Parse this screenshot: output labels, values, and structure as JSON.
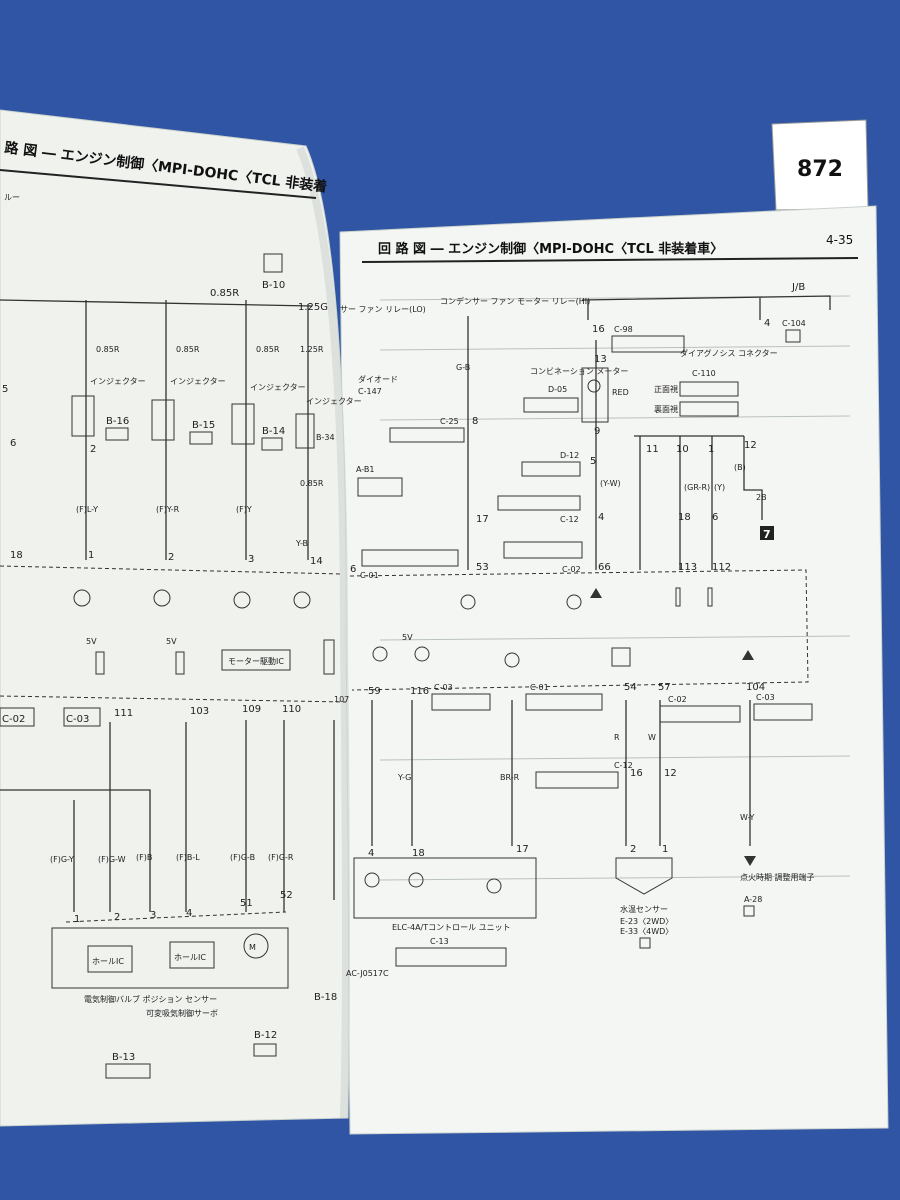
{
  "sticker": {
    "number": "872"
  },
  "left_page": {
    "header": "路 図 ― エンジン制御〈MPI-DOHC〈TCL 非装着",
    "connector_b10": "B-10",
    "wire_top_085r": "0.85R",
    "wire_top_125g": "1.25G",
    "wires_vertical": [
      "0.85R",
      "0.85R",
      "0.85R",
      "1.25R",
      "0.85R"
    ],
    "injector_label": "インジェクター",
    "injector_connectors": [
      "B-16",
      "B-15",
      "B-14",
      "B-34"
    ],
    "injector_wires": [
      "(F)L-Y",
      "(F)Y-R",
      "(F)Y",
      "Y-B"
    ],
    "pin_numbers_row1": [
      "18",
      "1",
      "2",
      "3",
      "14",
      "6"
    ],
    "c01": "C-01",
    "c02": "C-02",
    "c03": "C-03",
    "c147": "C-147",
    "diode": "ダイオード",
    "ab1": "A-B1",
    "fan_relay_lo": "サー ファン リレー(LO)",
    "five_v": "5V",
    "motor_drive_ic": "モーター駆動IC",
    "pins_row2": [
      "111",
      "103",
      "109",
      "110",
      "107"
    ],
    "lower_wires": [
      "(F)G-Y",
      "(F)G-W",
      "(F)B",
      "(F)B-L",
      "(F)G-B",
      "(F)G-R"
    ],
    "lower_pins": [
      "1",
      "2",
      "3",
      "4",
      "51",
      "52"
    ],
    "hall_ic": "ホールIC",
    "sensor_caption": "電気制御バルブ ポジション センサー",
    "servo_caption": "可変吸気制御サーボ",
    "b13": "B-13",
    "b12": "B-12",
    "b18": "B-18",
    "doc_code": "AC-J0517C",
    "misc_left": "ルー",
    "num_5": "5",
    "num_6": "6",
    "num_2": "2"
  },
  "right_page": {
    "header": "回 路 図 ― エンジン制御〈MPI-DOHC〈TCL 非装着車〉",
    "page_number": "4-35",
    "jb": "J/B",
    "condenser_relay": "コンデンサー ファン モーター リレー(HI)",
    "c25": "C-25",
    "gb": "G-B",
    "pin_8": "8",
    "pin_17": "17",
    "pin_53": "53",
    "c98": "C-98",
    "c104": "C-104",
    "combination_meter": "コンビネーション メーター",
    "d05": "D-05",
    "red": "RED",
    "d12": "D-12",
    "c12": "C-12",
    "c02": "C-02",
    "diag_connector": "ダイアグノシス コネクター",
    "c110": "C-110",
    "std_car": "正面視",
    "back_view": "裏面視",
    "diag_pins": [
      "16",
      "4",
      "13",
      "9",
      "5",
      "11",
      "10",
      "1",
      "12",
      "2B"
    ],
    "wire_yw": "(Y-W)",
    "wire_grr": "(GR-R)",
    "wire_y": "(Y)",
    "wire_b": "(B)",
    "pins_c02": [
      "66",
      "113",
      "112",
      "18",
      "6",
      "4"
    ],
    "box7": "7",
    "lower_pins": [
      "59",
      "116",
      "54",
      "57",
      "104"
    ],
    "c03": "C-03",
    "c01": "C-01",
    "c02b": "C-02",
    "c03b": "C-03",
    "c12b": "C-12",
    "pins_mid": [
      "16",
      "12"
    ],
    "wires_low": [
      "Y-G",
      "BR-R",
      "R",
      "W",
      "W-Y"
    ],
    "pins_bottom": [
      "4",
      "18",
      "17",
      "2",
      "1"
    ],
    "ecu_caption": "ELC-4A/Tコントロール ユニット",
    "c13": "C-13",
    "water_temp_sensor": "水温センサー",
    "e23": "E-23〈2WD〉",
    "e33": "E-33〈4WD〉",
    "ignition_timing": "点火時期 調整用端子",
    "a28": "A-28",
    "five_v": "5V"
  },
  "colors": {
    "background": "#2f55a4",
    "paper": "#f4f6f3",
    "paper_shadow": "#cfd6d2",
    "ink": "#222222",
    "sticker": "#ffffff"
  }
}
